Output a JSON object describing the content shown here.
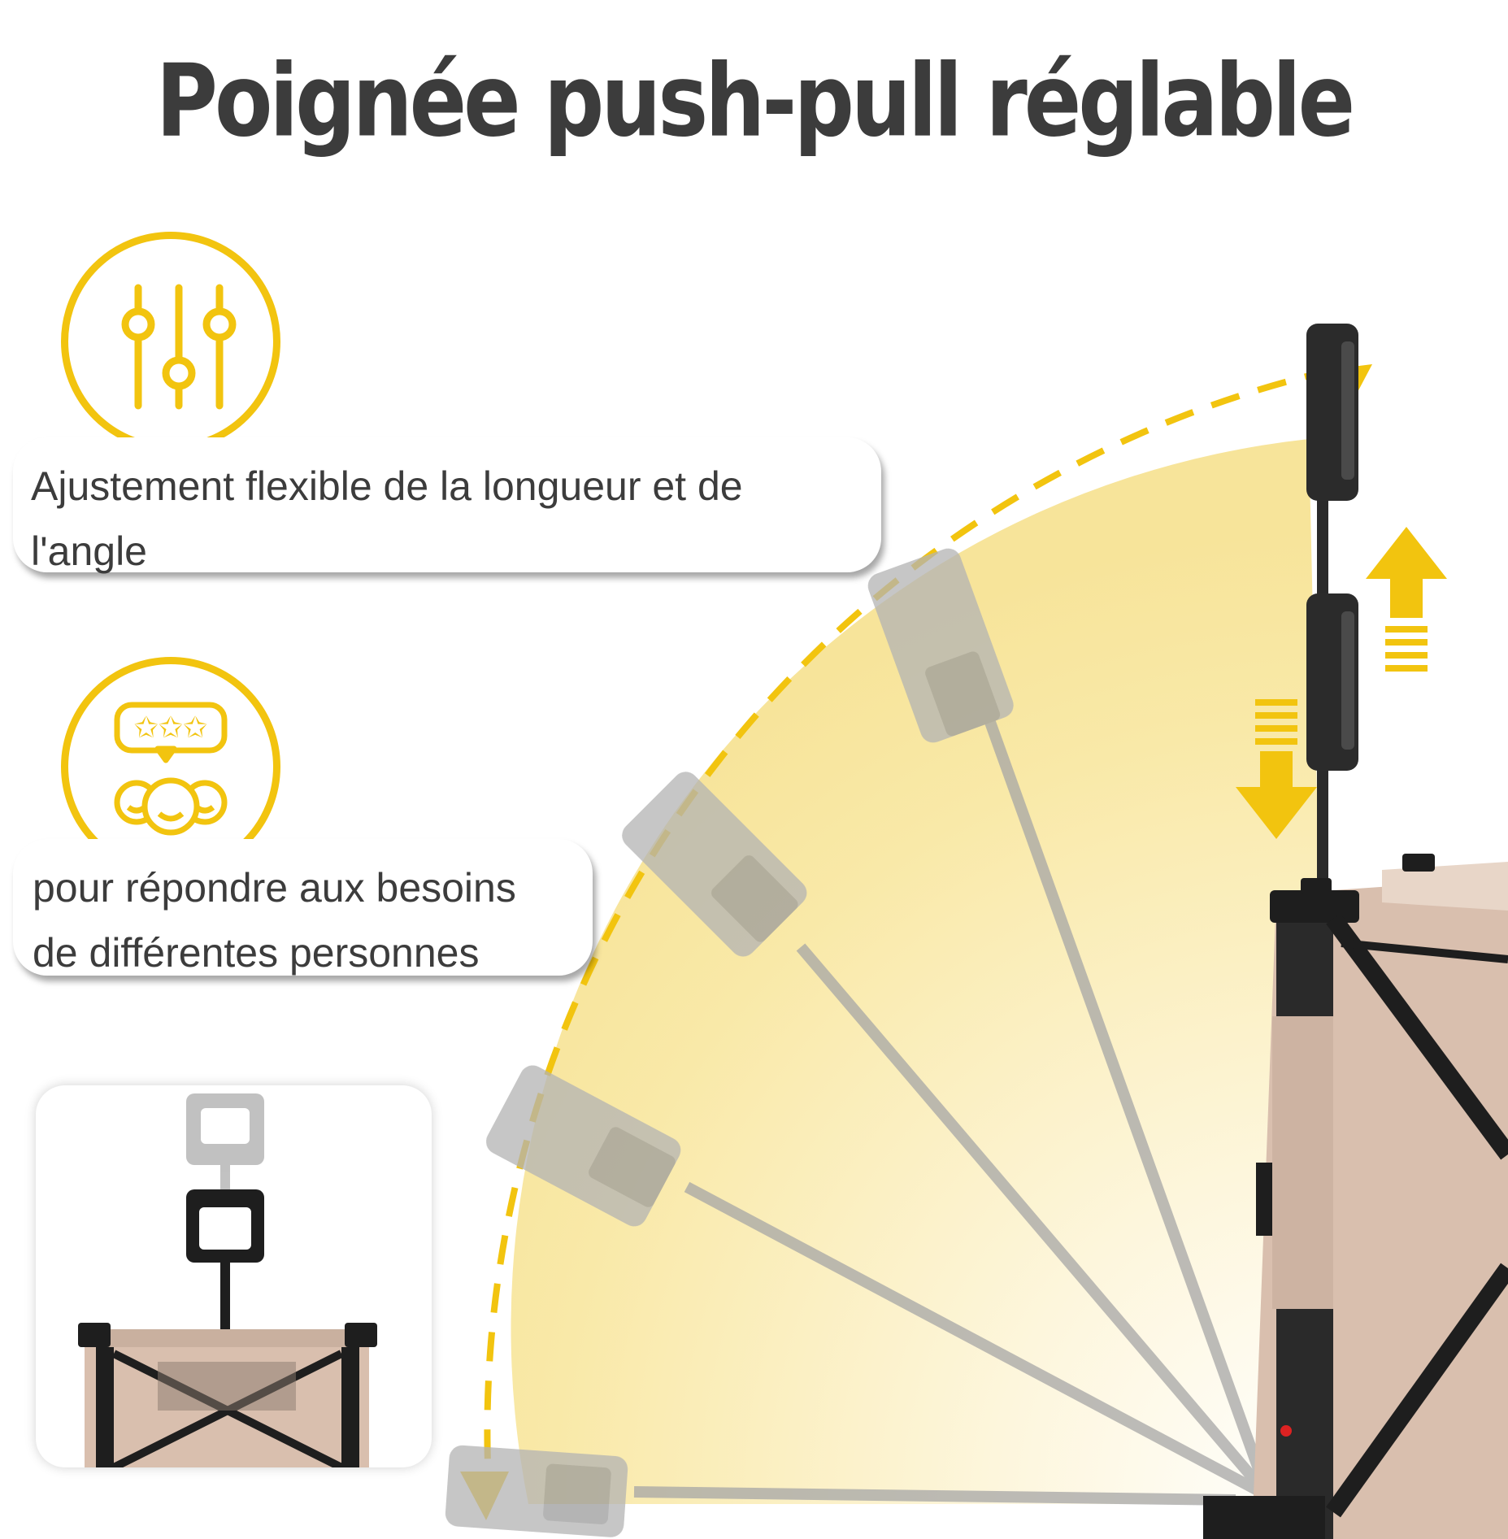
{
  "title": "Poignée push-pull réglable",
  "features": [
    {
      "icon": "sliders-icon",
      "text_line1": "Ajustement flexible de la longueur et de",
      "text_line2": "l'angle"
    },
    {
      "icon": "people-rating-icon",
      "text_line1": "pour répondre aux besoins",
      "text_line2": "de différentes personnes"
    }
  ],
  "colors": {
    "accent": "#f2c40f",
    "text": "#3c3c3c",
    "fabric": "#d9bfae",
    "frame": "#1e1e1e",
    "ghost_handle": "#a9a9a9"
  }
}
